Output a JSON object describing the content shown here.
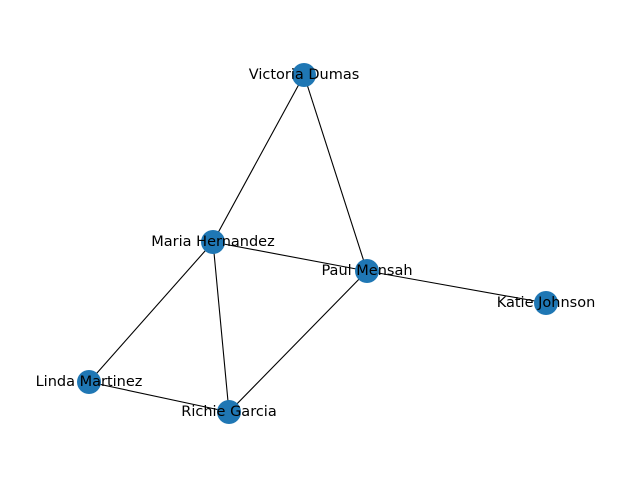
{
  "graph": {
    "node_color": "#1f77b4",
    "edge_color": "#000000",
    "nodes": [
      {
        "id": "victoria",
        "label": "Victoria Dumas"
      },
      {
        "id": "maria",
        "label": "Maria Hernandez"
      },
      {
        "id": "paul",
        "label": "Paul Mensah"
      },
      {
        "id": "katie",
        "label": "Katie Johnson"
      },
      {
        "id": "linda",
        "label": "Linda Martinez"
      },
      {
        "id": "richie",
        "label": "Richie Garcia"
      }
    ],
    "edges": [
      {
        "source": "victoria",
        "target": "maria"
      },
      {
        "source": "victoria",
        "target": "paul"
      },
      {
        "source": "maria",
        "target": "paul"
      },
      {
        "source": "maria",
        "target": "linda"
      },
      {
        "source": "maria",
        "target": "richie"
      },
      {
        "source": "paul",
        "target": "katie"
      },
      {
        "source": "paul",
        "target": "richie"
      },
      {
        "source": "linda",
        "target": "richie"
      }
    ]
  }
}
